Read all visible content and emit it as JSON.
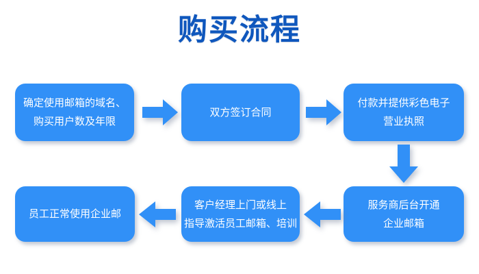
{
  "page": {
    "title": "购买流程",
    "background_color": "#ffffff",
    "title_color": "#0f57bd",
    "node_color": "#3190f7",
    "arrow_color": "#3190f7",
    "node_text_color": "#ffffff"
  },
  "flow": {
    "nodes": [
      {
        "id": "node-1",
        "step": 1,
        "lines": [
          "确定使用邮箱的域名、",
          "购买用户数及年限"
        ],
        "line1": "确定使用邮箱的域名、",
        "line2": "购买用户数及年限"
      },
      {
        "id": "node-2",
        "step": 2,
        "lines": [
          "双方签订合同"
        ],
        "line1": "双方签订合同",
        "line2": ""
      },
      {
        "id": "node-3",
        "step": 3,
        "lines": [
          "付款并提供彩色电子",
          "营业执照"
        ],
        "line1": "付款并提供彩色电子",
        "line2": "营业执照"
      },
      {
        "id": "node-4",
        "step": 4,
        "lines": [
          "服务商后台开通",
          "企业邮箱"
        ],
        "line1": "服务商后台开通",
        "line2": "企业邮箱"
      },
      {
        "id": "node-5",
        "step": 5,
        "lines": [
          "客户经理上门或线上",
          "指导激活员工邮箱、培训"
        ],
        "line1": "客户经理上门或线上",
        "line2": "指导激活员工邮箱、培训"
      },
      {
        "id": "node-6",
        "step": 6,
        "lines": [
          "员工正常使用企业邮"
        ],
        "line1": "员工正常使用企业邮",
        "line2": ""
      }
    ],
    "connectors": [
      {
        "id": "arrow-1",
        "direction": "right",
        "from": "node-1",
        "to": "node-2"
      },
      {
        "id": "arrow-2",
        "direction": "right",
        "from": "node-2",
        "to": "node-3"
      },
      {
        "id": "arrow-3",
        "direction": "down",
        "from": "node-3",
        "to": "node-4"
      },
      {
        "id": "arrow-4",
        "direction": "left",
        "from": "node-4",
        "to": "node-5"
      },
      {
        "id": "arrow-5",
        "direction": "left",
        "from": "node-5",
        "to": "node-6"
      }
    ]
  }
}
